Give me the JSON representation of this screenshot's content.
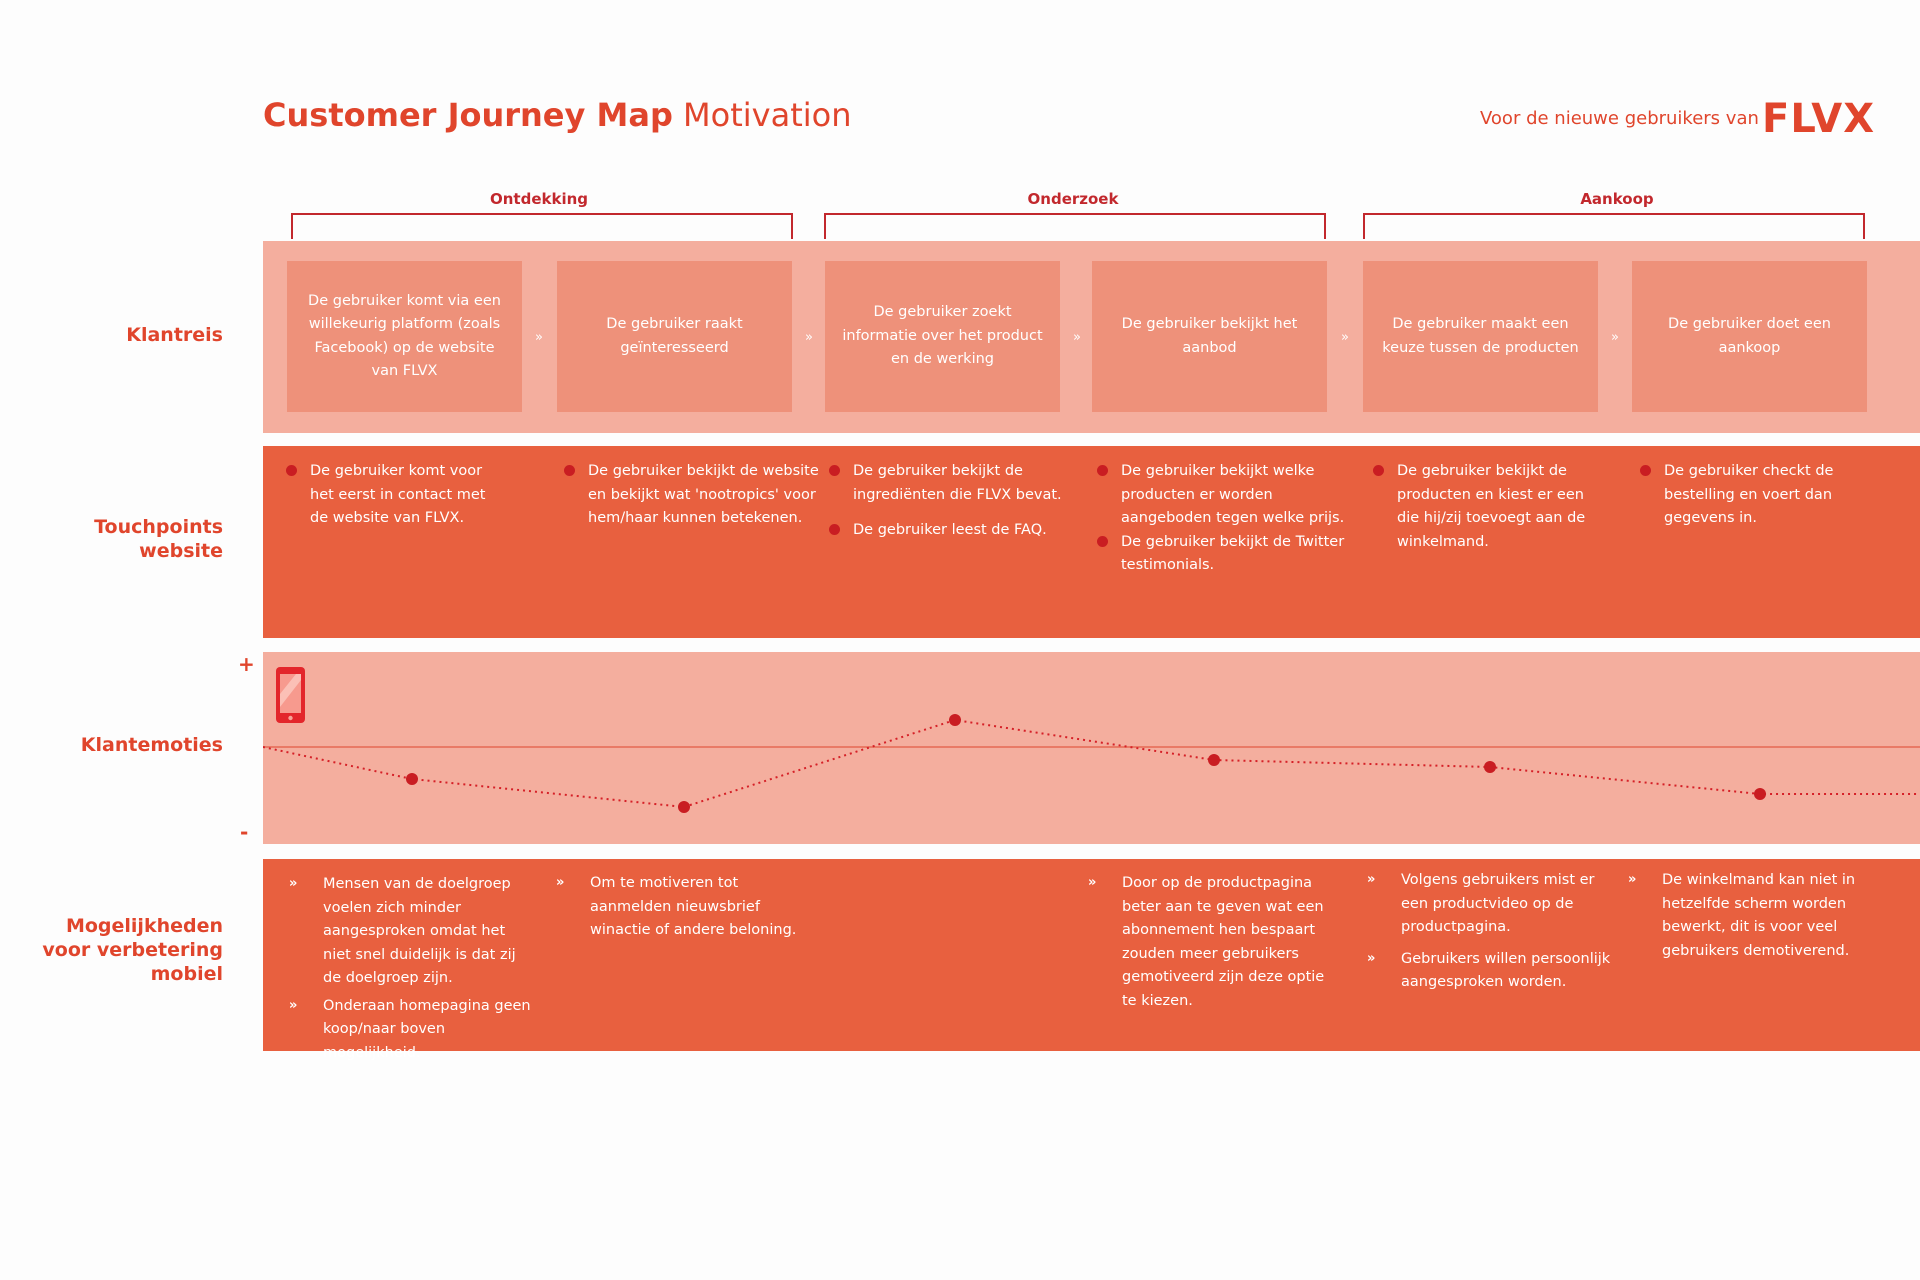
{
  "header": {
    "title_bold": "Customer Journey Map",
    "title_light": "Motivation",
    "subtitle": "Voor de nieuwe gebruikers van",
    "logo": "FLVX"
  },
  "phases": [
    "Ontdekking",
    "Onderzoek",
    "Aankoop"
  ],
  "row_labels": {
    "klantreis": "Klantreis",
    "touchpoints_1": "Touchpoints",
    "touchpoints_2": "website",
    "emoties": "Klantemoties",
    "mogelijkheden_1": "Mogelijkheden",
    "mogelijkheden_2": "voor verbetering",
    "mogelijkheden_3": "mobiel",
    "plus": "+",
    "minus": "-"
  },
  "steps": [
    "De gebruiker komt via een willekeurig platform (zoals Facebook) op de website van FLVX",
    "De gebruiker raakt geïnteresseerd",
    "De gebruiker zoekt informatie over het product en de werking",
    "De gebruiker bekijkt het aanbod",
    "De gebruiker maakt een keuze tussen de producten",
    "De gebruiker doet een aankoop"
  ],
  "step_separator": "»",
  "touchpoints": [
    [
      "De gebruiker komt voor het eerst in contact met de website van FLVX."
    ],
    [
      "De gebruiker bekijkt de website en bekijkt wat 'nootropics' voor hem/haar kunnen betekenen."
    ],
    [
      "De gebruiker bekijkt de ingrediënten die FLVX bevat.",
      "De gebruiker leest de FAQ."
    ],
    [
      "De gebruiker bekijkt welke producten er worden aangeboden tegen welke prijs.",
      "De gebruiker bekijkt de Twitter testimonials."
    ],
    [
      "De gebruiker bekijkt de producten en kiest er een die hij/zij toevoegt aan de winkelmand."
    ],
    [
      "De gebruiker checkt de bestelling en voert dan gegevens in."
    ]
  ],
  "emotion_points": [
    0.0,
    -0.32,
    -0.6,
    0.27,
    -0.13,
    -0.2,
    -0.47
  ],
  "opportunities": [
    [
      "Mensen van de doelgroep voelen zich minder aangesproken omdat het niet snel duidelijk is dat zij de doelgroep zijn.",
      "Onderaan homepagina geen koop/naar boven mogelijkheid."
    ],
    [
      "Om te motiveren tot aanmelden nieuwsbrief winactie of andere beloning."
    ],
    [],
    [
      "Door op de productpagina beter aan te geven wat een abonnement hen bespaart zouden meer gebruikers gemotiveerd zijn deze optie te kiezen."
    ],
    [
      "Volgens gebruikers mist er een productvideo op de productpagina.",
      "Gebruikers willen persoonlijk aangesproken worden."
    ],
    [
      "De winkelmand kan niet in hetzelfde scherm worden bewerkt, dit is voor veel gebruikers demotiverend."
    ]
  ],
  "opp_arrow": "»",
  "colors": {
    "accent": "#e0452c",
    "dark_red": "#c2282d",
    "band_light": "#f4ae9e",
    "band_dark": "#e8603f",
    "card": "#ee917a",
    "dot": "#c91d22"
  }
}
